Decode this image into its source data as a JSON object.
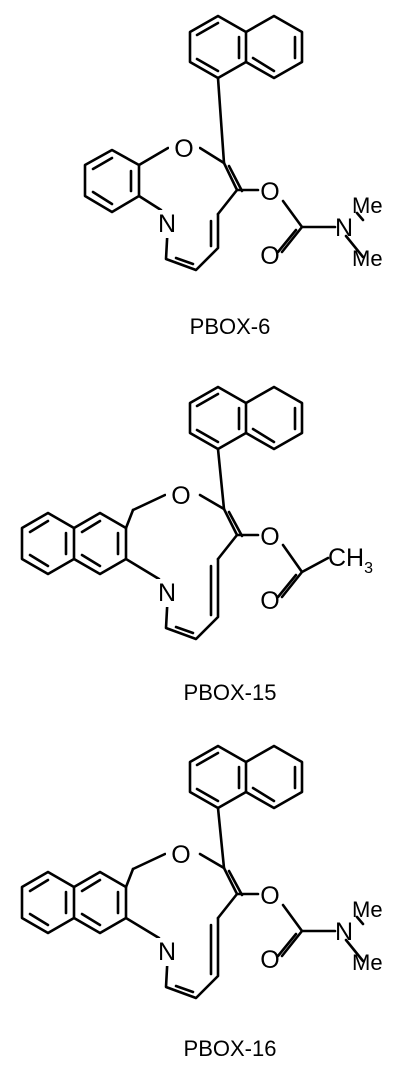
{
  "compounds": [
    {
      "caption": "PBOX-6",
      "atoms": {
        "ring_o": "O",
        "ring_n": "N",
        "ester_o": "O",
        "carbonyl_o": "O",
        "amide_n": "N",
        "me_top": "Me",
        "me_bottom": "Me"
      }
    },
    {
      "caption": "PBOX-15",
      "atoms": {
        "ring_o": "O",
        "ring_n": "N",
        "ester_o": "O",
        "carbonyl_o": "O",
        "methyl_c": "CH",
        "methyl_sub": "3"
      }
    },
    {
      "caption": "PBOX-16",
      "atoms": {
        "ring_o": "O",
        "ring_n": "N",
        "ester_o": "O",
        "carbonyl_o": "O",
        "amide_n": "N",
        "me_top": "Me",
        "me_bottom": "Me"
      }
    }
  ]
}
